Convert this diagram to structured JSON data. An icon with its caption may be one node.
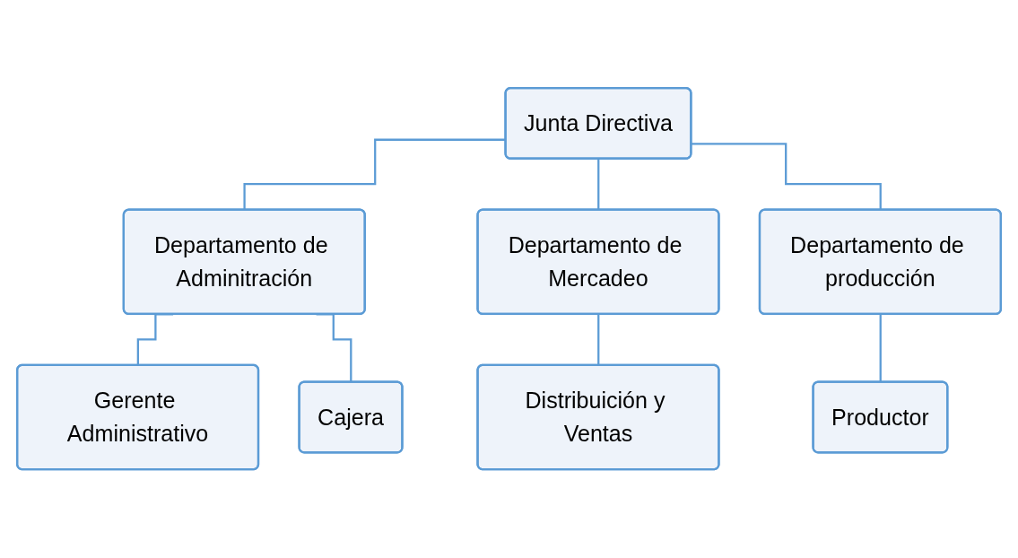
{
  "diagram": {
    "nodes": [
      {
        "text": [
          "Junta Directiva"
        ]
      },
      {
        "text": [
          "Departamento de Adminitración"
        ]
      },
      {
        "text": [
          "Departamento de Mercadeo"
        ]
      },
      {
        "text": [
          "Departamento de producción"
        ]
      },
      {
        "text": [
          "Gerente Administrativo"
        ]
      },
      {
        "text": [
          "Cajera"
        ]
      },
      {
        "text": [
          "Distribuición y Ventas"
        ]
      },
      {
        "text": [
          "Productor"
        ]
      }
    ],
    "edges": [
      {
        "from": 0,
        "to": 1,
        "arrow": "none"
      },
      {
        "from": 0,
        "to": 2,
        "arrow": "none"
      },
      {
        "from": 0,
        "to": 3,
        "arrow": "none"
      },
      {
        "from": 1,
        "to": 4,
        "arrow": "none"
      },
      {
        "from": 1,
        "to": 5,
        "arrow": "none"
      },
      {
        "from": 2,
        "to": 6,
        "arrow": "none"
      },
      {
        "from": 3,
        "to": 7,
        "arrow": "none"
      }
    ]
  }
}
